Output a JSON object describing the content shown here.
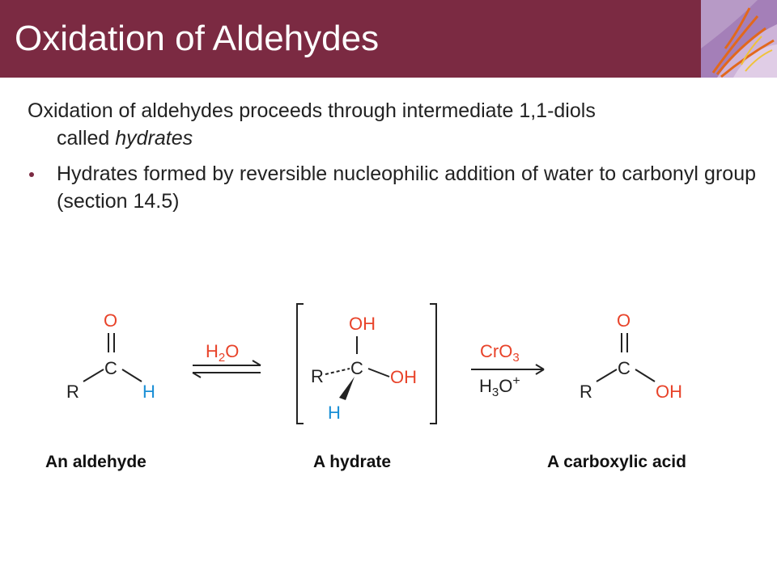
{
  "slide": {
    "title": "Oxidation of Aldehydes",
    "intro_line1_pre": "Oxidation of aldehydes proceeds through intermediate 1,1-diols",
    "intro_line2_pre": "called ",
    "intro_line2_em": "hydrates",
    "bullet": "Hydrates formed by reversible nucleophilic addition of water to carbonyl group (section 14.5)"
  },
  "scheme": {
    "aldehyde": {
      "O": "O",
      "C": "C",
      "R": "R",
      "H": "H",
      "caption": "An aldehyde"
    },
    "arrow1": {
      "reagent_main": "H",
      "reagent_sub": "2",
      "reagent_tail": "O"
    },
    "hydrate": {
      "OH_top": "OH",
      "R": "R",
      "C": "C",
      "OH_right": "OH",
      "H": "H",
      "caption": "A hydrate"
    },
    "arrow2": {
      "top_main": "CrO",
      "top_sub": "3",
      "bottom_main": "H",
      "bottom_sub": "3",
      "bottom_tail": "O",
      "bottom_sup": "+"
    },
    "acid": {
      "O": "O",
      "C": "C",
      "R": "R",
      "OH": "OH",
      "caption": "A carboxylic acid"
    }
  },
  "colors": {
    "title_bar": "#7b2a42",
    "hydrogen_blue": "#1a8fd6",
    "oxygen_red": "#e8432a",
    "reagent_red": "#e8432a"
  }
}
